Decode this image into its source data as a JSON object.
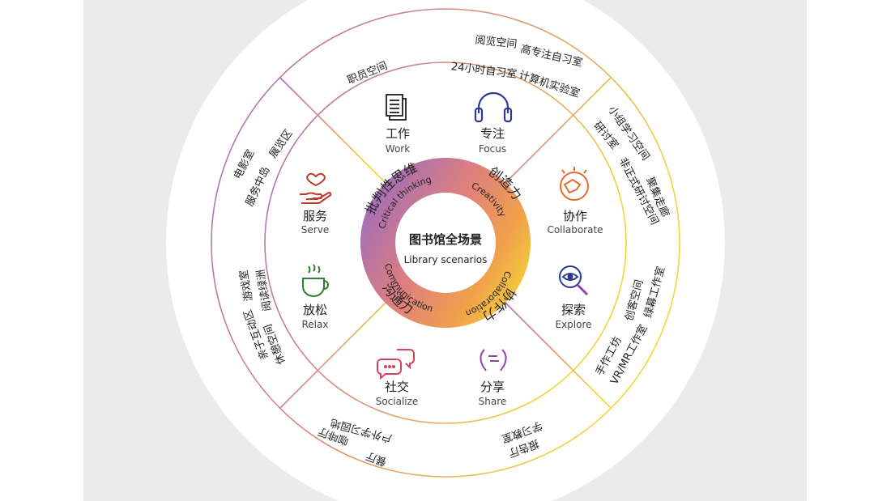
{
  "center": {
    "title": "图书馆全场景",
    "subtitle": "Library scenarios"
  },
  "competencies": {
    "critical": {
      "cn": "批判性思维",
      "en": "Critical thinking"
    },
    "creativity": {
      "cn": "创造力",
      "en": "Creativity"
    },
    "collaboration": {
      "cn": "协作力",
      "en": "Collaboration"
    },
    "communication": {
      "cn": "沟通力",
      "en": "Communication"
    }
  },
  "modes": [
    {
      "cn": "工作",
      "en": "Work",
      "icon": "document-icon"
    },
    {
      "cn": "专注",
      "en": "Focus",
      "icon": "headphones-icon"
    },
    {
      "cn": "协作",
      "en": "Collaborate",
      "icon": "handshake-icon"
    },
    {
      "cn": "探索",
      "en": "Explore",
      "icon": "magnifier-eye-icon"
    },
    {
      "cn": "分享",
      "en": "Share",
      "icon": "faces-exchange-icon"
    },
    {
      "cn": "社交",
      "en": "Socialize",
      "icon": "chat-bubbles-icon"
    },
    {
      "cn": "放松",
      "en": "Relax",
      "icon": "coffee-cup-icon"
    },
    {
      "cn": "服务",
      "en": "Serve",
      "icon": "hand-heart-icon"
    }
  ],
  "spaces": {
    "work": [
      "职员空间"
    ],
    "focus": [
      "阅览空间",
      "高专注自习室",
      "24小时自习室",
      "计算机实验室"
    ],
    "collaborate": [
      "小组学习空间",
      "聚集走廊",
      "研讨室",
      "非正式研讨空间"
    ],
    "explore": [
      "绿幕工作室",
      "VR/MR工作室",
      "创客空间",
      "手作工坊"
    ],
    "share": [
      "学习教室",
      "报告厅"
    ],
    "socialize": [
      "户外学习园地",
      "咖啡厅",
      "餐厅"
    ],
    "relax": [
      "亲子互动区",
      "游戏室",
      "休憩空间",
      "阅读绿洲"
    ],
    "serve": [
      "电影室",
      "服务中岛",
      "展览区"
    ]
  },
  "colors": {
    "purple": "#9a6bbf",
    "magenta": "#d36b8f",
    "orange": "#f0a04b",
    "yellow": "#f2d53c",
    "dark": "#1f1f1f"
  }
}
